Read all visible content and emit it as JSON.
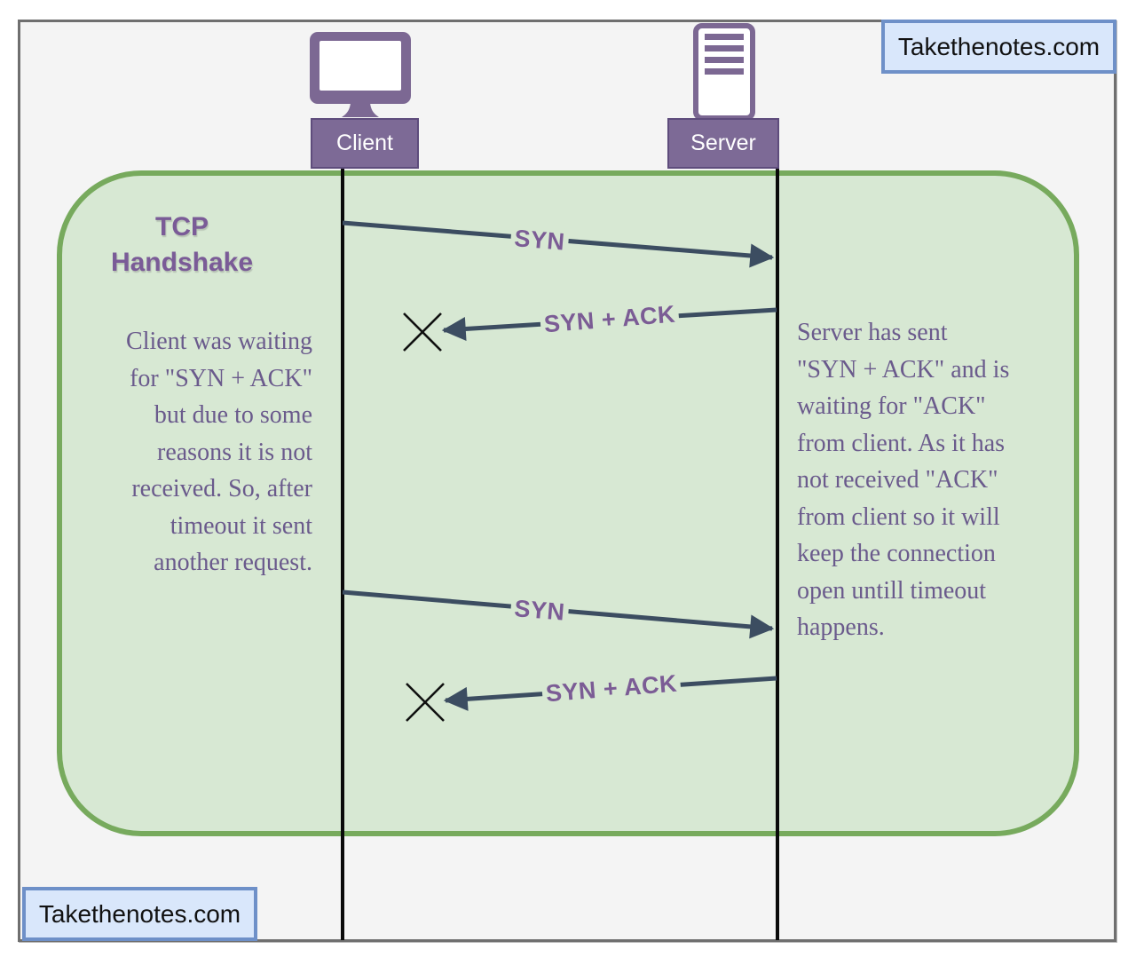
{
  "badges": {
    "top_right": {
      "label": "Takethenotes.com"
    },
    "bottom_left": {
      "label": "Takethenotes.com"
    }
  },
  "actors": {
    "client": {
      "label": "Client",
      "icon": "desktop-monitor-icon"
    },
    "server": {
      "label": "Server",
      "icon": "server-tower-icon"
    }
  },
  "title": {
    "text": "TCP\nHandshake"
  },
  "notes": {
    "client": {
      "text": "Client was waiting\nfor \"SYN + ACK\"\nbut due to some\nreasons it is not\nreceived. So, after\ntimeout it sent\nanother request."
    },
    "server": {
      "text": "Server has sent\n\"SYN + ACK\" and is\nwaiting for \"ACK\"\nfrom client. As it has\nnot received \"ACK\"\nfrom client so it will\nkeep the connection\nopen untill timeout\nhappens."
    }
  },
  "messages": [
    {
      "label": "SYN",
      "from": "client",
      "to": "server",
      "dropped": false
    },
    {
      "label": "SYN + ACK",
      "from": "server",
      "to": "client",
      "dropped": true
    },
    {
      "label": "SYN",
      "from": "client",
      "to": "server",
      "dropped": false
    },
    {
      "label": "SYN + ACK",
      "from": "server",
      "to": "client",
      "dropped": true
    }
  ],
  "colors": {
    "frame_border": "#6f6f6f",
    "frame_background": "#f4f4f4",
    "green_border": "#77aa5d",
    "green_fill": "#d7e8d3",
    "purple_icon": "#7c6893",
    "purple_actor_box": "#7d6a96",
    "heading_purple": "#7a5b97",
    "note_purple": "#6a5a8c",
    "message_label_purple": "#7b5c95",
    "arrow_slate": "#3c4d61",
    "lifeline_black": "#0a0a0a",
    "badge_border_blue": "#6e90c8",
    "badge_fill_blue": "#d9e7fb"
  }
}
